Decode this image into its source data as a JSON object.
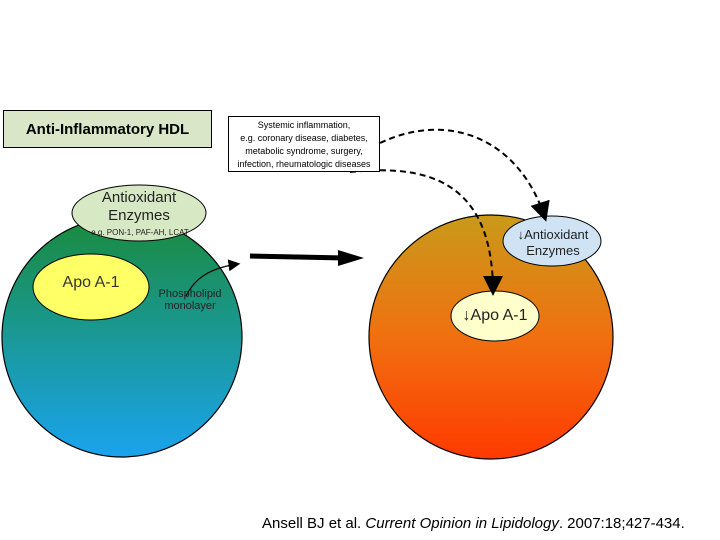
{
  "title_box": {
    "label": "Anti-Inflammatory HDL"
  },
  "inflammation_box": {
    "lines": [
      "Systemic inflammation,",
      "e.g. coronary disease, diabetes,",
      "metabolic syndrome, surgery,",
      "infection, rheumatologic diseases"
    ]
  },
  "left_particle": {
    "enzymes_label_1": "Antioxidant",
    "enzymes_label_2": "Enzymes",
    "enzymes_examples": "e.g. PON-1, PAF-AH, LCAT",
    "apo_label": "Apo A-1",
    "phospholipid_1": "Phospholipid",
    "phospholipid_2": "monolayer"
  },
  "right_particle": {
    "enzymes_label_1": "↓Antioxidant",
    "enzymes_label_2": "Enzymes",
    "apo_label": "↓Apo A-1"
  },
  "citation": {
    "authors": "Ansell BJ et al. ",
    "journal": "Current Opinion in Lipidology",
    "details": ". 2007:18;427-434."
  },
  "colors": {
    "left_top": "#1a8a3c",
    "left_bottom": "#1aa3ee",
    "right_top": "#c99a1a",
    "right_bottom": "#ff3a00",
    "enzyme_fill": "#d6e8c4",
    "right_enzyme_fill": "#cfe3f5",
    "apo_fill": "#ffff66",
    "right_apo_fill": "#ffffcc"
  }
}
